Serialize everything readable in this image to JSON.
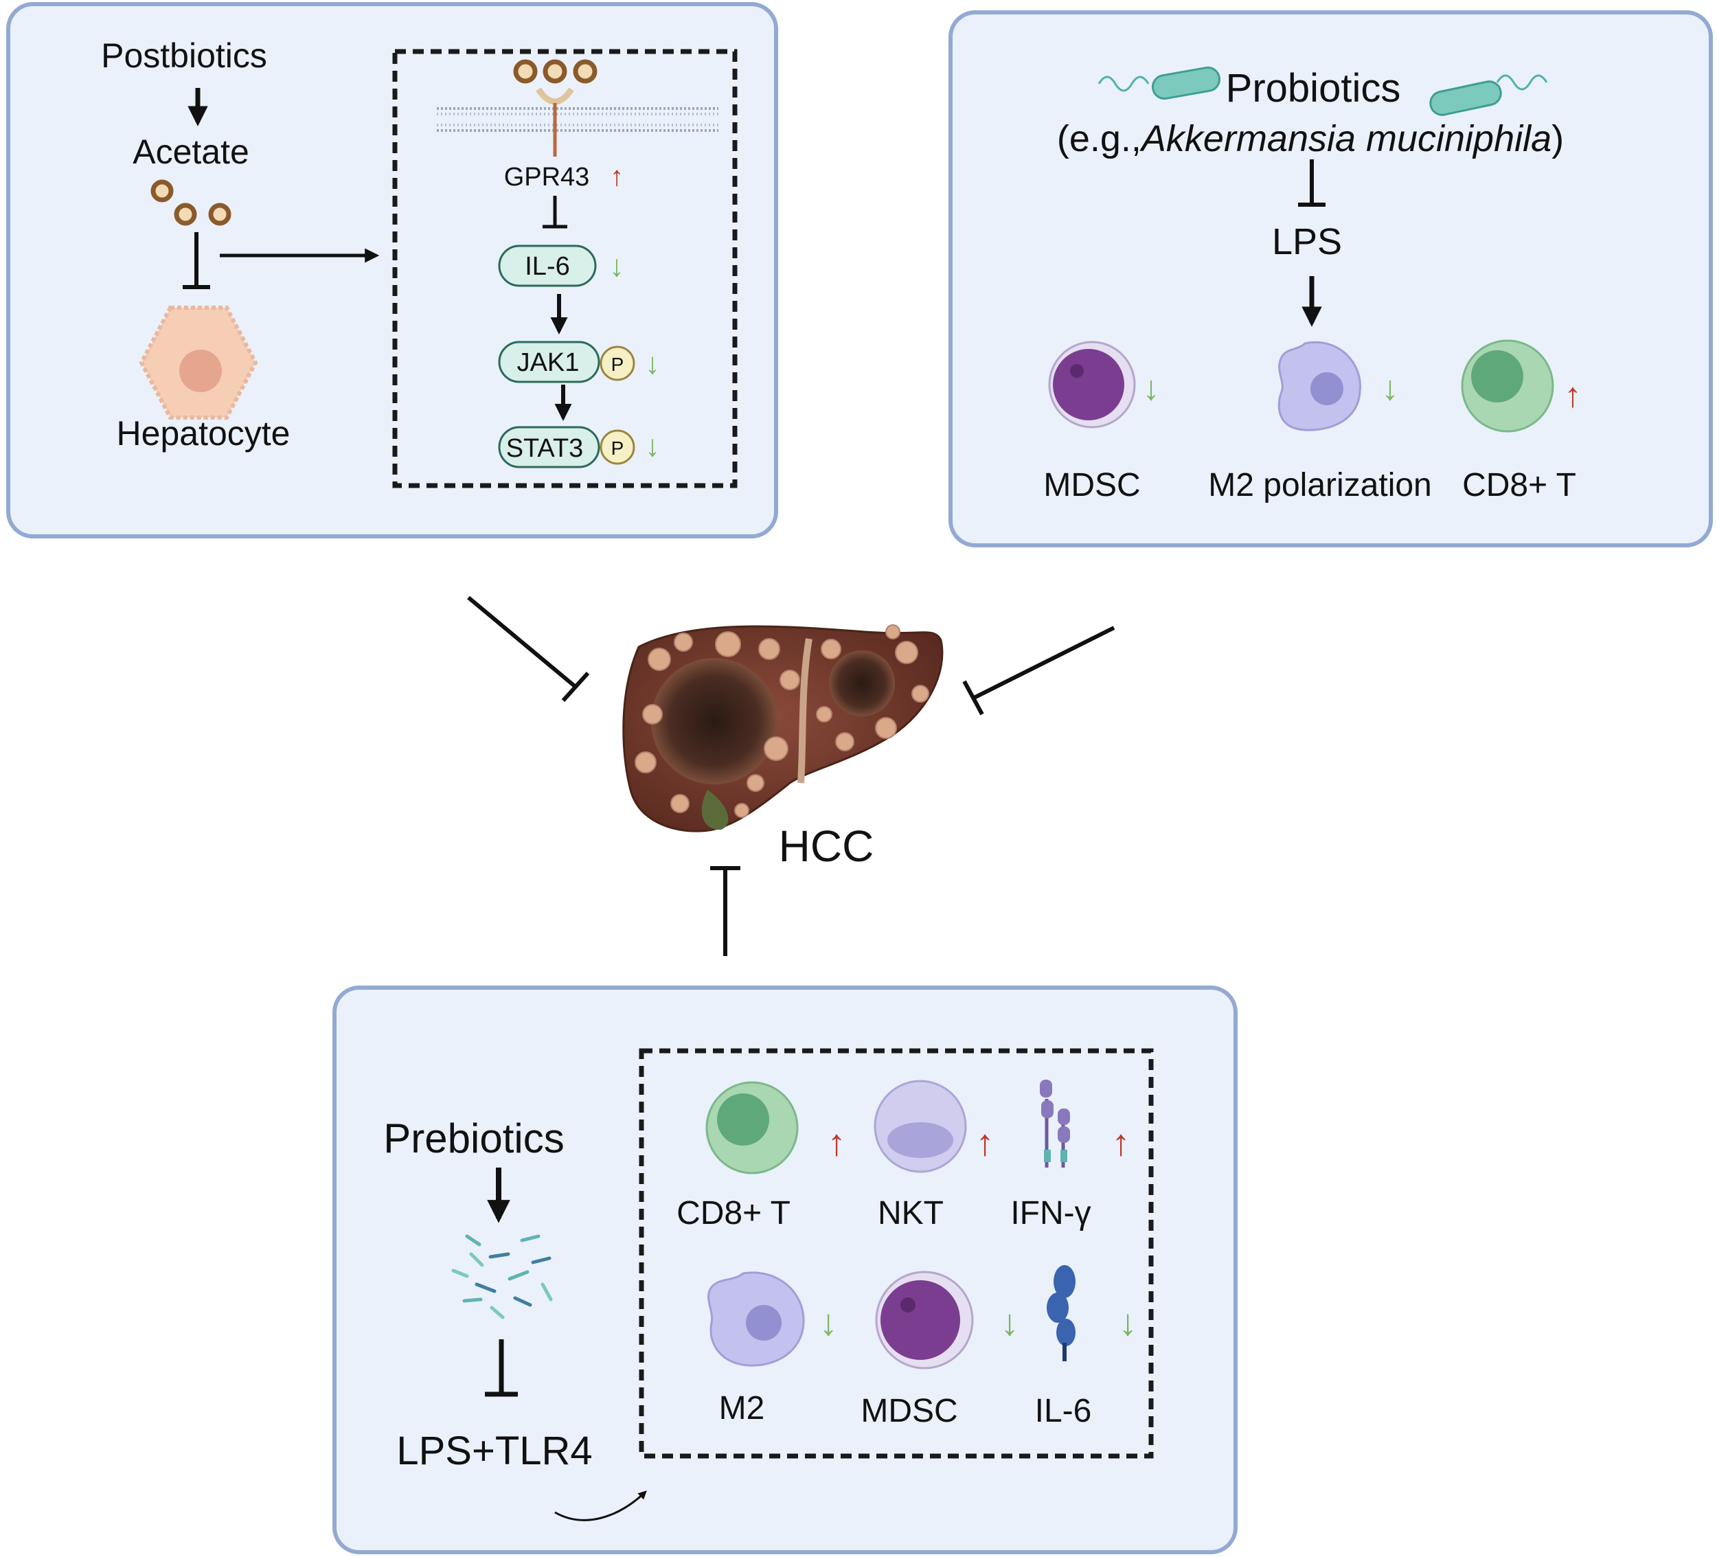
{
  "panel_postbiotics": {
    "source_label": "Postbiotics",
    "metabolite_label": "Acetate",
    "cell_label": "Hepatocyte",
    "receptor_label": "GPR43",
    "receptor_change": "↑",
    "step1_label": "IL-6",
    "step1_change": "↓",
    "step2_label": "JAK1",
    "step2_change": "↓",
    "step3_label": "STAT3",
    "step3_change": "↓",
    "phospho_label": "P"
  },
  "panel_probiotics": {
    "title": "Probiotics",
    "example_prefix": "(e.g.,",
    "example_species": "Akkermansia muciniphila",
    "example_suffix": ")",
    "target_label": "LPS",
    "cells": [
      {
        "label": "MDSC",
        "change": "↓"
      },
      {
        "label": "M2 polarization",
        "change": "↓"
      },
      {
        "label": "CD8+ T",
        "change": "↑"
      }
    ]
  },
  "center": {
    "organ_label": "HCC"
  },
  "panel_prebiotics": {
    "source_label": "Prebiotics",
    "target_label": "LPS+TLR4",
    "top_row": [
      {
        "label": "CD8+ T",
        "change": "↑"
      },
      {
        "label": "NKT",
        "change": "↑"
      },
      {
        "label": "IFN-γ",
        "change": "↑"
      }
    ],
    "bottom_row": [
      {
        "label": "M2",
        "change": "↓"
      },
      {
        "label": "MDSC",
        "change": "↓"
      },
      {
        "label": "IL-6",
        "change": "↓"
      }
    ]
  },
  "colors": {
    "panel_fill": "#eaf1fb",
    "panel_border": "#93a9d3",
    "up_arrow": "#c0392b",
    "down_arrow": "#7ab85f",
    "signal_pill": "#d9efe9",
    "signal_pill_border": "#2c6a5a",
    "phospho": "#f6f0c4"
  }
}
